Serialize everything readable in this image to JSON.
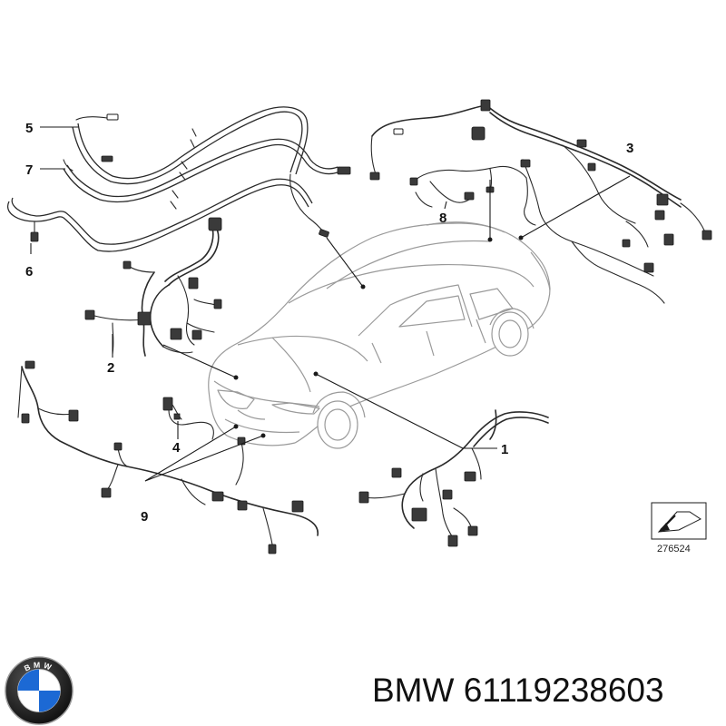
{
  "diagram": {
    "callouts": [
      {
        "id": "1",
        "label": "1"
      },
      {
        "id": "2",
        "label": "2"
      },
      {
        "id": "3",
        "label": "3"
      },
      {
        "id": "4",
        "label": "4"
      },
      {
        "id": "5",
        "label": "5"
      },
      {
        "id": "6",
        "label": "6"
      },
      {
        "id": "7",
        "label": "7"
      },
      {
        "id": "8",
        "label": "8"
      },
      {
        "id": "9",
        "label": "9"
      }
    ],
    "reference_number": "276524"
  },
  "caption": {
    "brand": "BMW",
    "part_number": "61119238603"
  },
  "logo": {
    "letters": "BMW",
    "colors": {
      "ring": "#1a1a1a",
      "blue": "#1c69d4",
      "white": "#ffffff"
    }
  }
}
